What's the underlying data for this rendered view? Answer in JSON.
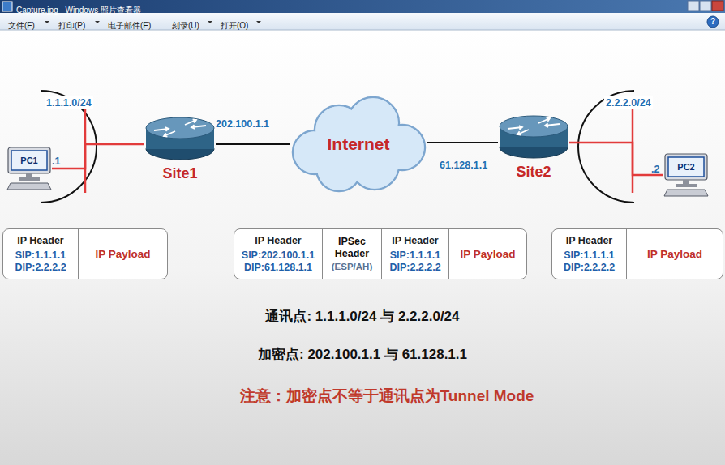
{
  "diagram": {
    "nodes": [
      {
        "text": [
          "PC1"
        ]
      },
      {
        "text": [
          "Site1"
        ]
      },
      {
        "text": [
          "Internet"
        ]
      },
      {
        "text": [
          "Site2"
        ]
      },
      {
        "text": [
          "PC2"
        ]
      },
      {
        "text": []
      },
      {
        "text": [
          "IP Header",
          "SIP:1.1.1.1",
          "DIP:2.2.2.2"
        ],
        "in": 5
      },
      {
        "text": [
          "IP Payload"
        ],
        "in": 5
      },
      {
        "text": []
      },
      {
        "text": [
          "IP Header",
          "SIP:202.100.1.1",
          "DIP:61.128.1.1"
        ],
        "in": 8
      },
      {
        "text": [
          "IPSec Header",
          "(ESP/AH)"
        ],
        "in": 8
      },
      {
        "text": [
          "IP Header",
          "SIP:1.1.1.1",
          "DIP:2.2.2.2"
        ],
        "in": 8
      },
      {
        "text": [
          "IP Payload"
        ],
        "in": 8
      },
      {
        "text": []
      },
      {
        "text": [
          "IP Header",
          "SIP:1.1.1.1",
          "DIP:2.2.2.2"
        ],
        "in": 13
      },
      {
        "text": [
          "IP Payload"
        ],
        "in": 13
      }
    ],
    "edges": [
      {
        "from": 0,
        "to": 1,
        "arrow": "none"
      },
      {
        "from": 1,
        "to": 2,
        "arrow": "none"
      },
      {
        "from": 2,
        "to": 3,
        "arrow": "none"
      },
      {
        "from": 3,
        "to": 4,
        "arrow": "none"
      }
    ],
    "labels": [
      "Capture.jpg - Windows 照片查看器",
      "文件(F)",
      "打印(P)",
      "电子邮件(E)",
      "刻录(U)",
      "打开(O)",
      "?",
      "1.1.1.0/24",
      ".1",
      "202.100.1.1",
      "61.128.1.1",
      "2.2.2.0/24",
      ".2",
      "通讯点: 1.1.1.0/24 与 2.2.2.0/24",
      "加密点: 202.100.1.1 与 61.128.1.1",
      "注意：加密点不等于通讯点为Tunnel Mode"
    ]
  }
}
